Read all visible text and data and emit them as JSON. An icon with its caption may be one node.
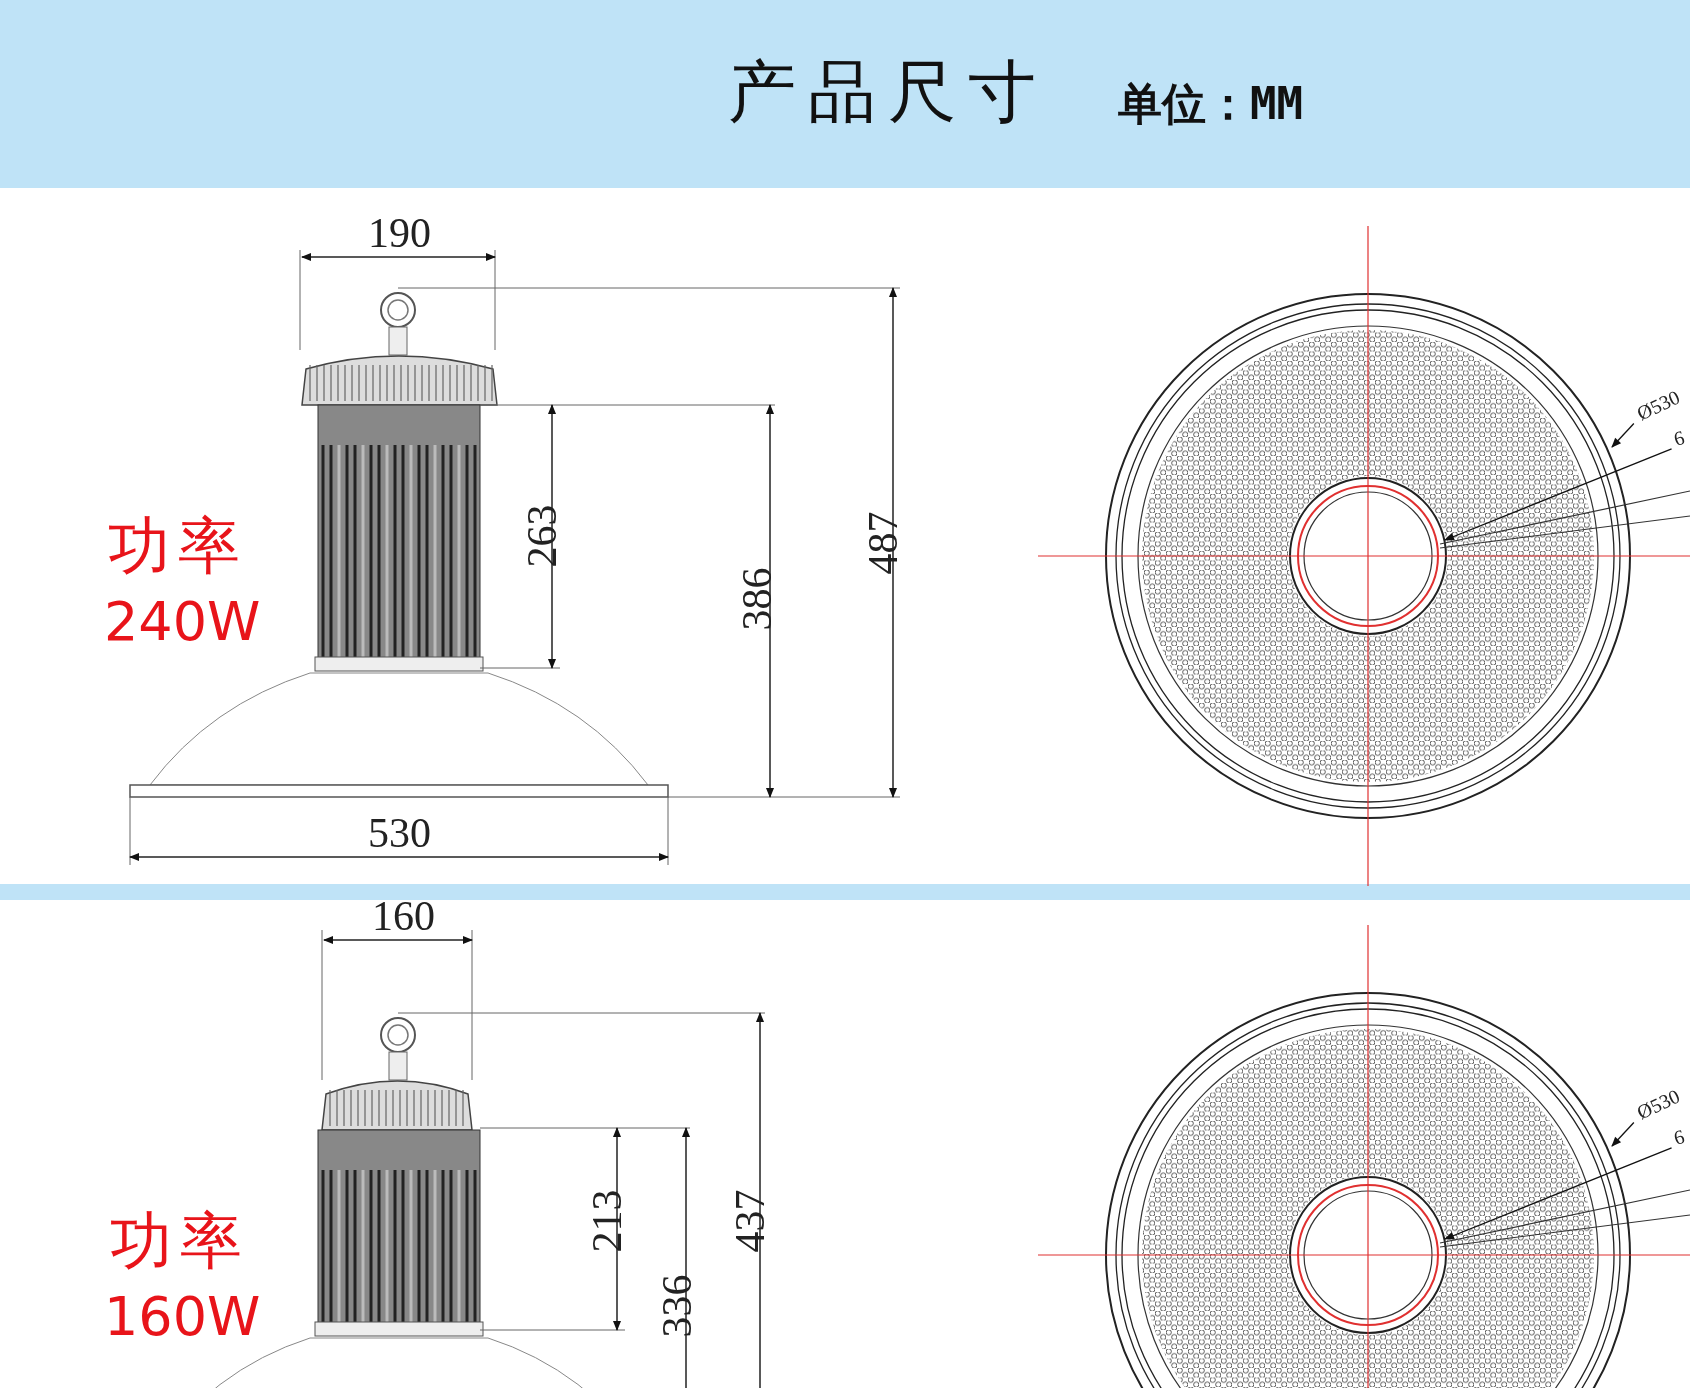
{
  "diagram": {
    "title": "产品尺寸",
    "nodes": [
      {
        "text": [
          "Ø530"
        ]
      },
      {
        "text": [
          "6"
        ]
      },
      {
        "text": [
          "Ø530"
        ]
      },
      {
        "text": [
          "6"
        ]
      }
    ],
    "edges": [
      {
        "from": 0,
        "to": null,
        "arrow": "to"
      },
      {
        "from": 1,
        "to": null,
        "arrow": "to"
      },
      {
        "from": 2,
        "to": null,
        "arrow": "to"
      },
      {
        "from": 3,
        "to": null,
        "arrow": "to"
      }
    ],
    "labels": [
      "单位：MM",
      "功率",
      "240W",
      "190",
      "263",
      "386",
      "487",
      "530",
      "功率",
      "160W",
      "160",
      "213",
      "336",
      "437"
    ]
  }
}
